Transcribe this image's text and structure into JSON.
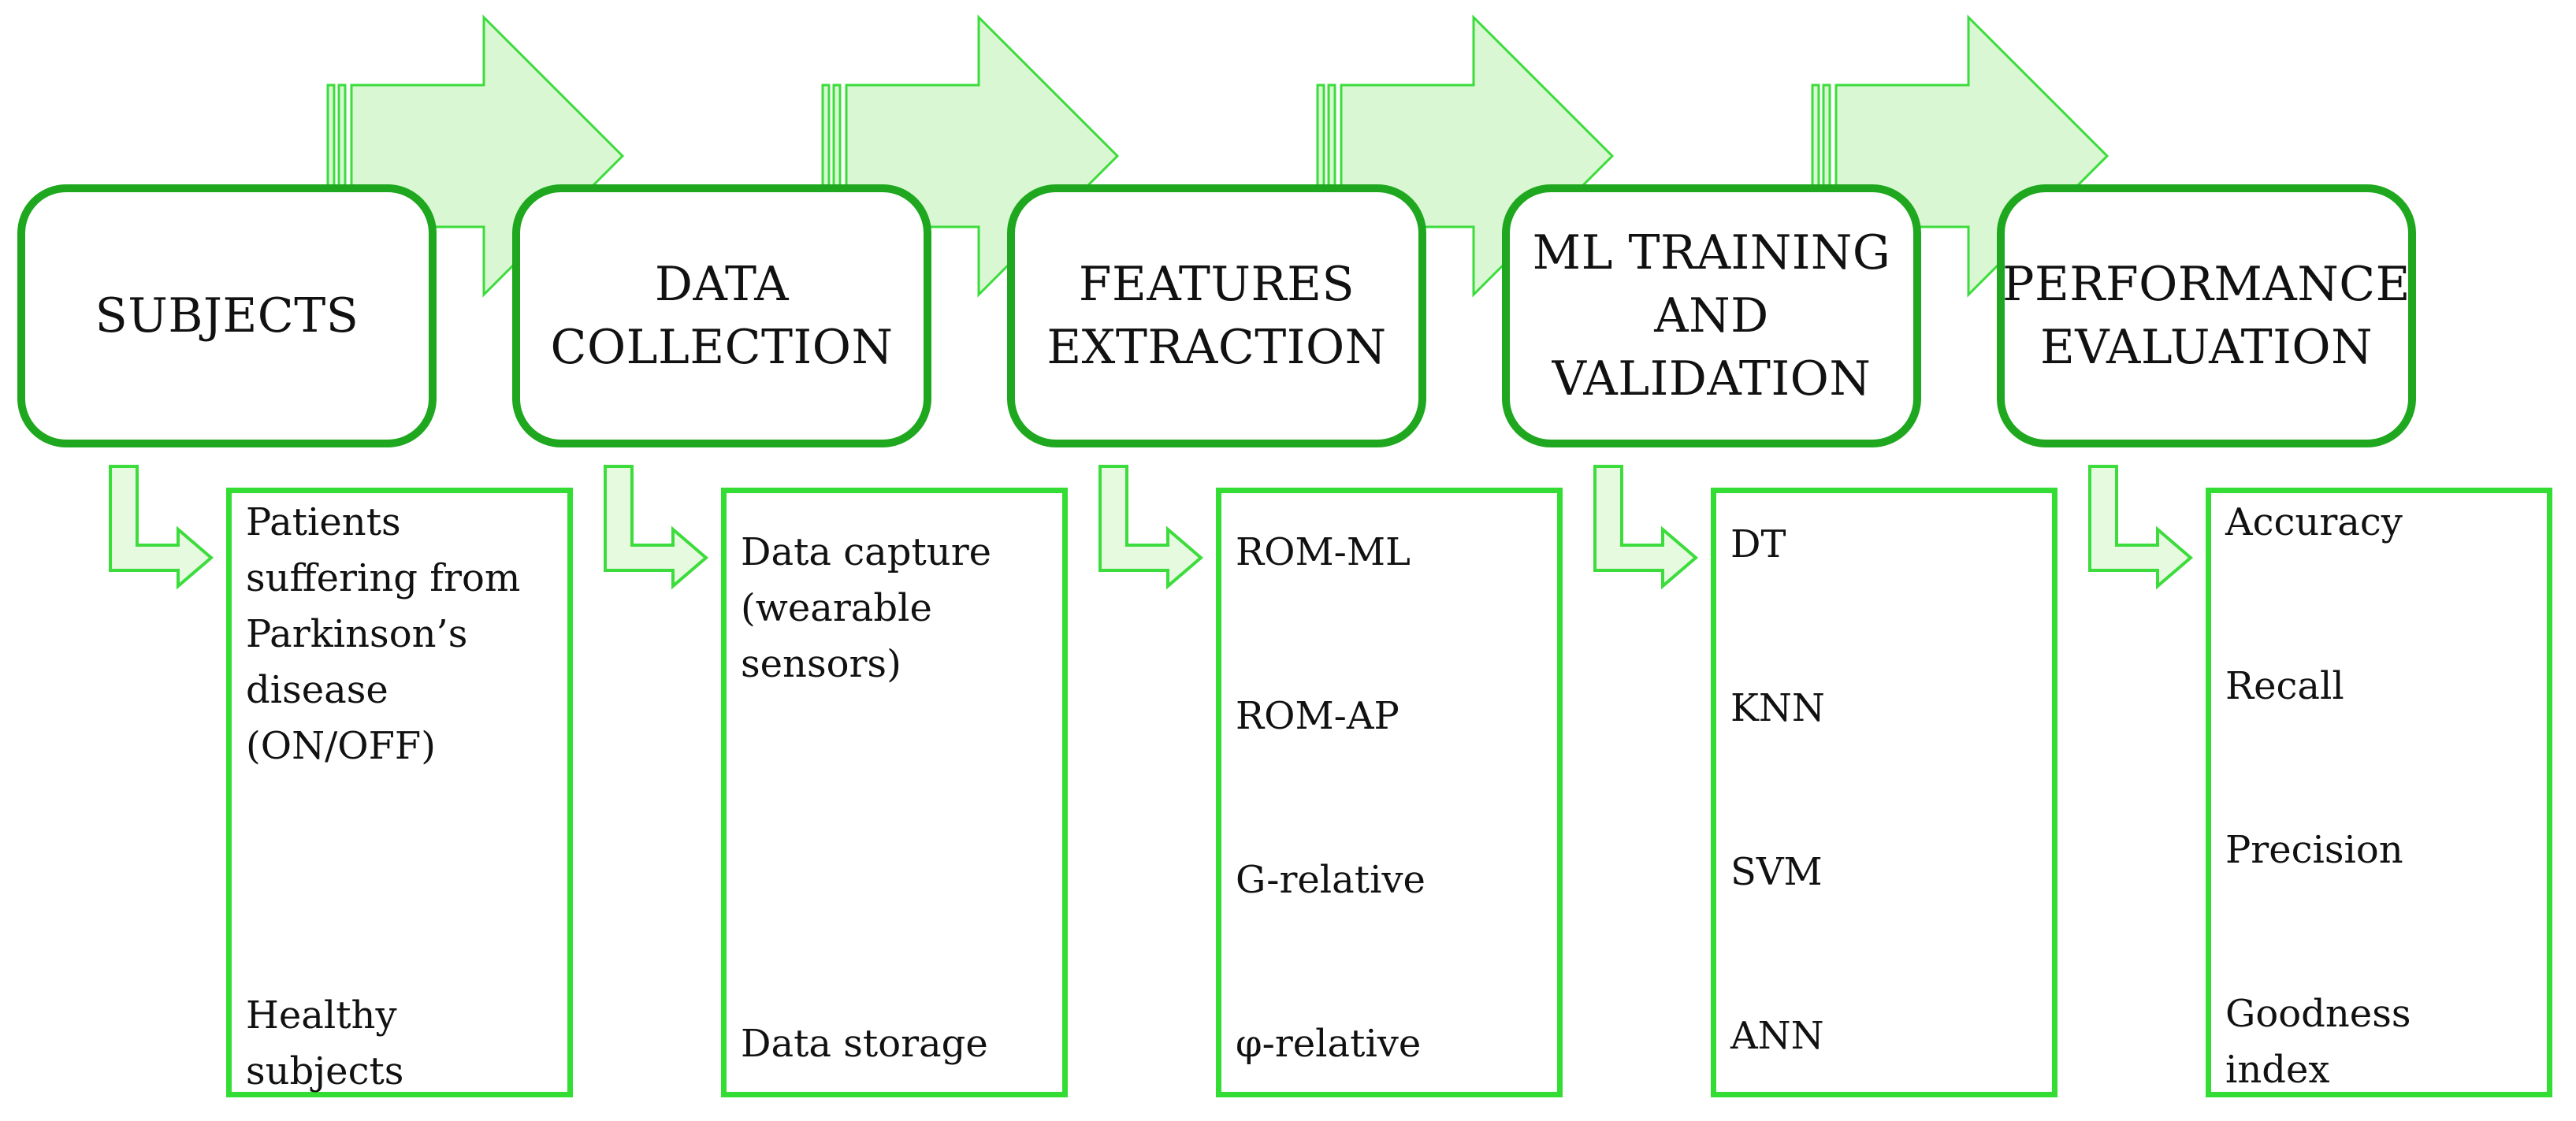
{
  "colors": {
    "stage_border": "#1fa81f",
    "detail_border": "#33dd33",
    "arrow_fill": "#d9f7d3",
    "arrow_stroke": "#3cdc3c"
  },
  "stages": [
    {
      "title": "SUBJECTS",
      "details": [
        "Patients\nsuffering from\nParkinson’s\ndisease\n(ON/OFF)",
        "Healthy\nsubjects"
      ]
    },
    {
      "title": "DATA\nCOLLECTION",
      "details": [
        "Data capture\n(wearable\nsensors)",
        "Data storage"
      ]
    },
    {
      "title": "FEATURES\nEXTRACTION",
      "details": [
        "ROM-ML",
        "ROM-AP",
        "G-relative",
        "φ-relative"
      ]
    },
    {
      "title": "ML TRAINING\nAND\nVALIDATION",
      "details": [
        "DT",
        "KNN",
        "SVM",
        "ANN"
      ]
    },
    {
      "title": "PERFORMANCE\nEVALUATION",
      "details": [
        "Accuracy",
        "Recall",
        "Precision",
        "Goodness\nindex"
      ]
    }
  ]
}
